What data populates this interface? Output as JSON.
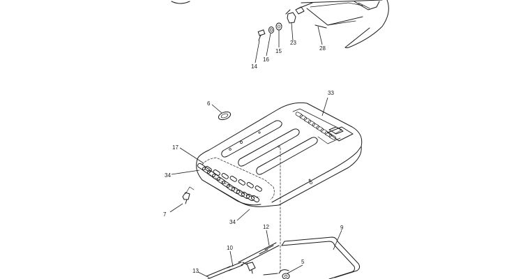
{
  "diagram": {
    "callouts": {
      "c14": "14",
      "c16": "16",
      "c15": "15",
      "c23": "23",
      "c28": "28",
      "c33": "33",
      "c6": "6",
      "c17": "17",
      "c34a": "34",
      "c7": "7",
      "c34b": "34",
      "c12": "12",
      "c9": "9",
      "c10": "10",
      "c13": "13",
      "c5": "5"
    }
  }
}
